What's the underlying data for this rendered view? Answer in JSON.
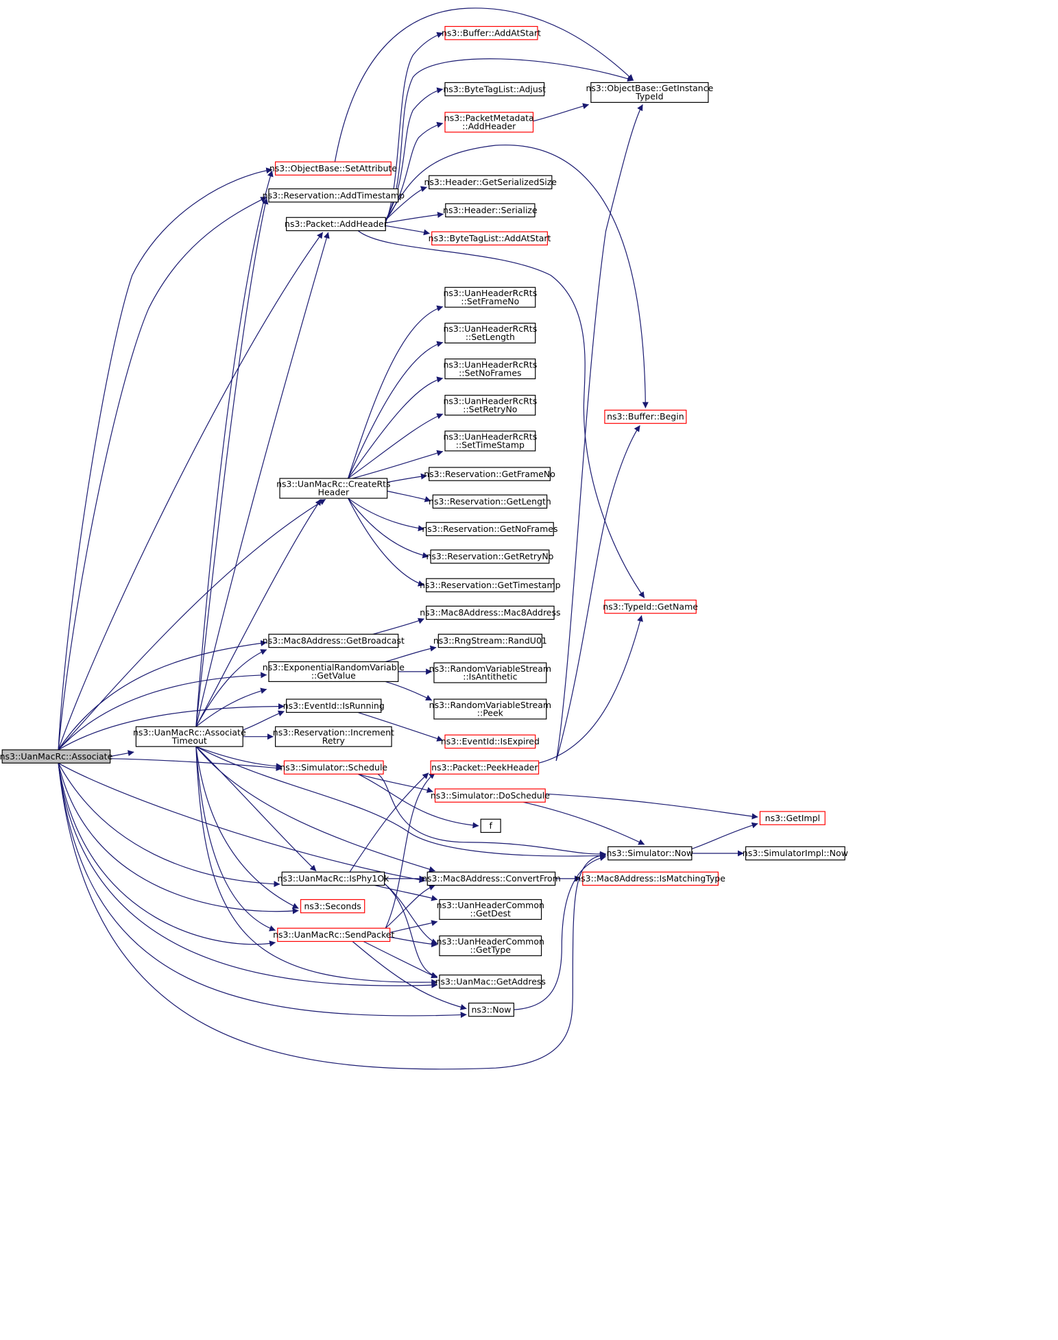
{
  "colors": {
    "edge": "#191970",
    "border_normal": "#000000",
    "border_truncated": "#ff0000",
    "root_fill": "#bfbfbf",
    "node_fill": "#ffffff"
  },
  "nodes": [
    {
      "id": "associate",
      "lines": [
        "ns3::UanMacRc::Associate"
      ],
      "kind": "root"
    },
    {
      "id": "setattribute",
      "lines": [
        "ns3::ObjectBase::SetAttribute"
      ],
      "kind": "truncated"
    },
    {
      "id": "addtimestamp",
      "lines": [
        "ns3::Reservation::AddTimestamp"
      ],
      "kind": "normal"
    },
    {
      "id": "addheader",
      "lines": [
        "ns3::Packet::AddHeader"
      ],
      "kind": "normal"
    },
    {
      "id": "buf_addatstart",
      "lines": [
        "ns3::Buffer::AddAtStart"
      ],
      "kind": "truncated"
    },
    {
      "id": "btl_adjust",
      "lines": [
        "ns3::ByteTagList::Adjust"
      ],
      "kind": "normal"
    },
    {
      "id": "pm_addheader",
      "lines": [
        "ns3::PacketMetadata",
        "::AddHeader"
      ],
      "kind": "truncated"
    },
    {
      "id": "getinstancetypeid",
      "lines": [
        "ns3::ObjectBase::GetInstance",
        "TypeId"
      ],
      "kind": "normal"
    },
    {
      "id": "getserializedsize",
      "lines": [
        "ns3::Header::GetSerializedSize"
      ],
      "kind": "normal"
    },
    {
      "id": "serialize",
      "lines": [
        "ns3::Header::Serialize"
      ],
      "kind": "normal"
    },
    {
      "id": "btl_addatstart",
      "lines": [
        "ns3::ByteTagList::AddAtStart"
      ],
      "kind": "truncated"
    },
    {
      "id": "setframeno",
      "lines": [
        "ns3::UanHeaderRcRts",
        "::SetFrameNo"
      ],
      "kind": "normal"
    },
    {
      "id": "setlength",
      "lines": [
        "ns3::UanHeaderRcRts",
        "::SetLength"
      ],
      "kind": "normal"
    },
    {
      "id": "setnoframes",
      "lines": [
        "ns3::UanHeaderRcRts",
        "::SetNoFrames"
      ],
      "kind": "normal"
    },
    {
      "id": "setretryno",
      "lines": [
        "ns3::UanHeaderRcRts",
        "::SetRetryNo"
      ],
      "kind": "normal"
    },
    {
      "id": "settimestamp",
      "lines": [
        "ns3::UanHeaderRcRts",
        "::SetTimeStamp"
      ],
      "kind": "normal"
    },
    {
      "id": "createrts",
      "lines": [
        "ns3::UanMacRc::CreateRts",
        "Header"
      ],
      "kind": "normal"
    },
    {
      "id": "getframeno",
      "lines": [
        "ns3::Reservation::GetFrameNo"
      ],
      "kind": "normal"
    },
    {
      "id": "getlength",
      "lines": [
        "ns3::Reservation::GetLength"
      ],
      "kind": "normal"
    },
    {
      "id": "getnoframes",
      "lines": [
        "ns3::Reservation::GetNoFrames"
      ],
      "kind": "normal"
    },
    {
      "id": "getretryno",
      "lines": [
        "ns3::Reservation::GetRetryNo"
      ],
      "kind": "normal"
    },
    {
      "id": "gettimestamp",
      "lines": [
        "ns3::Reservation::GetTimestamp"
      ],
      "kind": "normal"
    },
    {
      "id": "buffer_begin",
      "lines": [
        "ns3::Buffer::Begin"
      ],
      "kind": "truncated"
    },
    {
      "id": "typeid_getname",
      "lines": [
        "ns3::TypeId::GetName"
      ],
      "kind": "truncated"
    },
    {
      "id": "mac8ctor",
      "lines": [
        "ns3::Mac8Address::Mac8Address"
      ],
      "kind": "normal"
    },
    {
      "id": "getbroadcast",
      "lines": [
        "ns3::Mac8Address::GetBroadcast"
      ],
      "kind": "normal"
    },
    {
      "id": "randu01",
      "lines": [
        "ns3::RngStream::RandU01"
      ],
      "kind": "normal"
    },
    {
      "id": "exp_getvalue",
      "lines": [
        "ns3::ExponentialRandomVariable",
        "::GetValue"
      ],
      "kind": "normal"
    },
    {
      "id": "isantithetic",
      "lines": [
        "ns3::RandomVariableStream",
        "::IsAntithetic"
      ],
      "kind": "normal"
    },
    {
      "id": "peek",
      "lines": [
        "ns3::RandomVariableStream",
        "::Peek"
      ],
      "kind": "normal"
    },
    {
      "id": "isrunning",
      "lines": [
        "ns3::EventId::IsRunning"
      ],
      "kind": "normal"
    },
    {
      "id": "assoctimeout",
      "lines": [
        "ns3::UanMacRc::Associate",
        "Timeout"
      ],
      "kind": "normal"
    },
    {
      "id": "incretry",
      "lines": [
        "ns3::Reservation::Increment",
        "Retry"
      ],
      "kind": "normal"
    },
    {
      "id": "isexpired",
      "lines": [
        "ns3::EventId::IsExpired"
      ],
      "kind": "truncated"
    },
    {
      "id": "schedule",
      "lines": [
        "ns3::Simulator::Schedule"
      ],
      "kind": "truncated"
    },
    {
      "id": "peekheader",
      "lines": [
        "ns3::Packet::PeekHeader"
      ],
      "kind": "truncated"
    },
    {
      "id": "doschedule",
      "lines": [
        "ns3::Simulator::DoSchedule"
      ],
      "kind": "truncated"
    },
    {
      "id": "getimpl",
      "lines": [
        "ns3::GetImpl"
      ],
      "kind": "truncated"
    },
    {
      "id": "f",
      "lines": [
        "f"
      ],
      "kind": "normal"
    },
    {
      "id": "simnow",
      "lines": [
        "ns3::Simulator::Now"
      ],
      "kind": "normal"
    },
    {
      "id": "simimplnow",
      "lines": [
        "ns3::SimulatorImpl::Now"
      ],
      "kind": "normal"
    },
    {
      "id": "isphy1ok",
      "lines": [
        "ns3::UanMacRc::IsPhy1Ok"
      ],
      "kind": "normal"
    },
    {
      "id": "convertfrom",
      "lines": [
        "ns3::Mac8Address::ConvertFrom"
      ],
      "kind": "normal"
    },
    {
      "id": "ismatchingtype",
      "lines": [
        "ns3::Mac8Address::IsMatchingType"
      ],
      "kind": "truncated"
    },
    {
      "id": "seconds",
      "lines": [
        "ns3::Seconds"
      ],
      "kind": "truncated"
    },
    {
      "id": "getdest",
      "lines": [
        "ns3::UanHeaderCommon",
        "::GetDest"
      ],
      "kind": "normal"
    },
    {
      "id": "sendpacket",
      "lines": [
        "ns3::UanMacRc::SendPacket"
      ],
      "kind": "truncated"
    },
    {
      "id": "gettype",
      "lines": [
        "ns3::UanHeaderCommon",
        "::GetType"
      ],
      "kind": "normal"
    },
    {
      "id": "getaddress",
      "lines": [
        "ns3::UanMac::GetAddress"
      ],
      "kind": "normal"
    },
    {
      "id": "now",
      "lines": [
        "ns3::Now"
      ],
      "kind": "normal"
    }
  ]
}
